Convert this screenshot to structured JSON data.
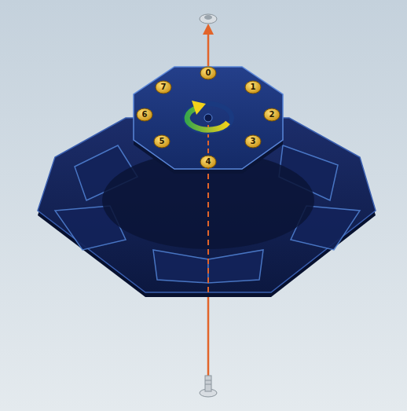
{
  "diagram": {
    "labels": [
      "0",
      "1",
      "2",
      "3",
      "4",
      "5",
      "6",
      "7"
    ]
  }
}
